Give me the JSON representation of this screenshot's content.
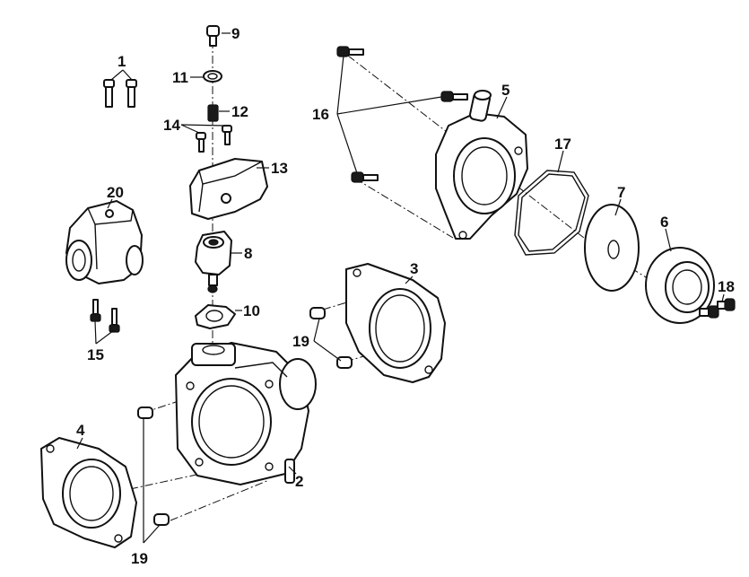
{
  "callouts": {
    "c1": "1",
    "c2": "2",
    "c3": "3",
    "c4": "4",
    "c5": "5",
    "c6": "6",
    "c7": "7",
    "c8": "8",
    "c9": "9",
    "c10": "10",
    "c11": "11",
    "c12": "12",
    "c13": "13",
    "c14": "14",
    "c15": "15",
    "c16": "16",
    "c17": "17",
    "c18": "18",
    "c19a": "19",
    "c19b": "19",
    "c20": "20"
  },
  "colors": {
    "line": "#111111",
    "background": "#ffffff"
  }
}
